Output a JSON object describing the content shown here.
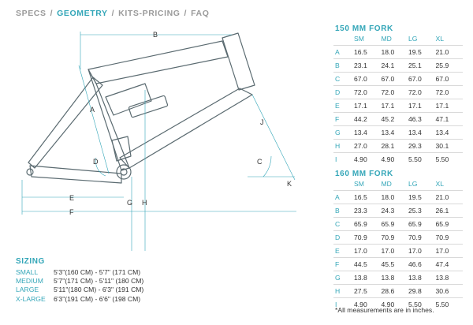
{
  "nav": {
    "items": [
      "SPECS",
      "GEOMETRY",
      "KITS-PRICING",
      "FAQ"
    ],
    "separator": "/",
    "active": "GEOMETRY"
  },
  "diagram": {
    "dim_labels": [
      "A",
      "B",
      "C",
      "D",
      "E",
      "F",
      "G",
      "H",
      "J",
      "K"
    ]
  },
  "sizing": {
    "title": "SIZING",
    "rows": [
      {
        "size": "SMALL",
        "range": "5'3\"(160 CM) - 5'7\" (171 CM)"
      },
      {
        "size": "MEDIUM",
        "range": "5'7\"(171 CM) - 5'11\" (180 CM)"
      },
      {
        "size": "LARGE",
        "range": "5'11\"(180 CM) - 6'3\" (191 CM)"
      },
      {
        "size": "X-LARGE",
        "range": "6'3\"(191 CM) - 6'6\" (198 CM)"
      }
    ]
  },
  "geometry": [
    {
      "title": "150 MM FORK",
      "columns": [
        "SM",
        "MD",
        "LG",
        "XL"
      ],
      "rows": [
        {
          "label": "A",
          "values": [
            "16.5",
            "18.0",
            "19.5",
            "21.0"
          ]
        },
        {
          "label": "B",
          "values": [
            "23.1",
            "24.1",
            "25.1",
            "25.9"
          ]
        },
        {
          "label": "C",
          "values": [
            "67.0",
            "67.0",
            "67.0",
            "67.0"
          ]
        },
        {
          "label": "D",
          "values": [
            "72.0",
            "72.0",
            "72.0",
            "72.0"
          ]
        },
        {
          "label": "E",
          "values": [
            "17.1",
            "17.1",
            "17.1",
            "17.1"
          ]
        },
        {
          "label": "F",
          "values": [
            "44.2",
            "45.2",
            "46.3",
            "47.1"
          ]
        },
        {
          "label": "G",
          "values": [
            "13.4",
            "13.4",
            "13.4",
            "13.4"
          ]
        },
        {
          "label": "H",
          "values": [
            "27.0",
            "28.1",
            "29.3",
            "30.1"
          ]
        },
        {
          "label": "I",
          "values": [
            "4.90",
            "4.90",
            "5.50",
            "5.50"
          ]
        }
      ]
    },
    {
      "title": "160 MM FORK",
      "columns": [
        "SM",
        "MD",
        "LG",
        "XL"
      ],
      "rows": [
        {
          "label": "A",
          "values": [
            "16.5",
            "18.0",
            "19.5",
            "21.0"
          ]
        },
        {
          "label": "B",
          "values": [
            "23.3",
            "24.3",
            "25.3",
            "26.1"
          ]
        },
        {
          "label": "C",
          "values": [
            "65.9",
            "65.9",
            "65.9",
            "65.9"
          ]
        },
        {
          "label": "D",
          "values": [
            "70.9",
            "70.9",
            "70.9",
            "70.9"
          ]
        },
        {
          "label": "E",
          "values": [
            "17.0",
            "17.0",
            "17.0",
            "17.0"
          ]
        },
        {
          "label": "F",
          "values": [
            "44.5",
            "45.5",
            "46.6",
            "47.4"
          ]
        },
        {
          "label": "G",
          "values": [
            "13.8",
            "13.8",
            "13.8",
            "13.8"
          ]
        },
        {
          "label": "H",
          "values": [
            "27.5",
            "28.6",
            "29.8",
            "30.6"
          ]
        },
        {
          "label": "I",
          "values": [
            "4.90",
            "4.90",
            "5.50",
            "5.50"
          ]
        }
      ]
    }
  ],
  "footnote": "*All measurements are in inches.",
  "colors": {
    "accent": "#33a6b8",
    "muted": "#9a9a9a",
    "line": "#5a6a70",
    "text": "#333333"
  }
}
